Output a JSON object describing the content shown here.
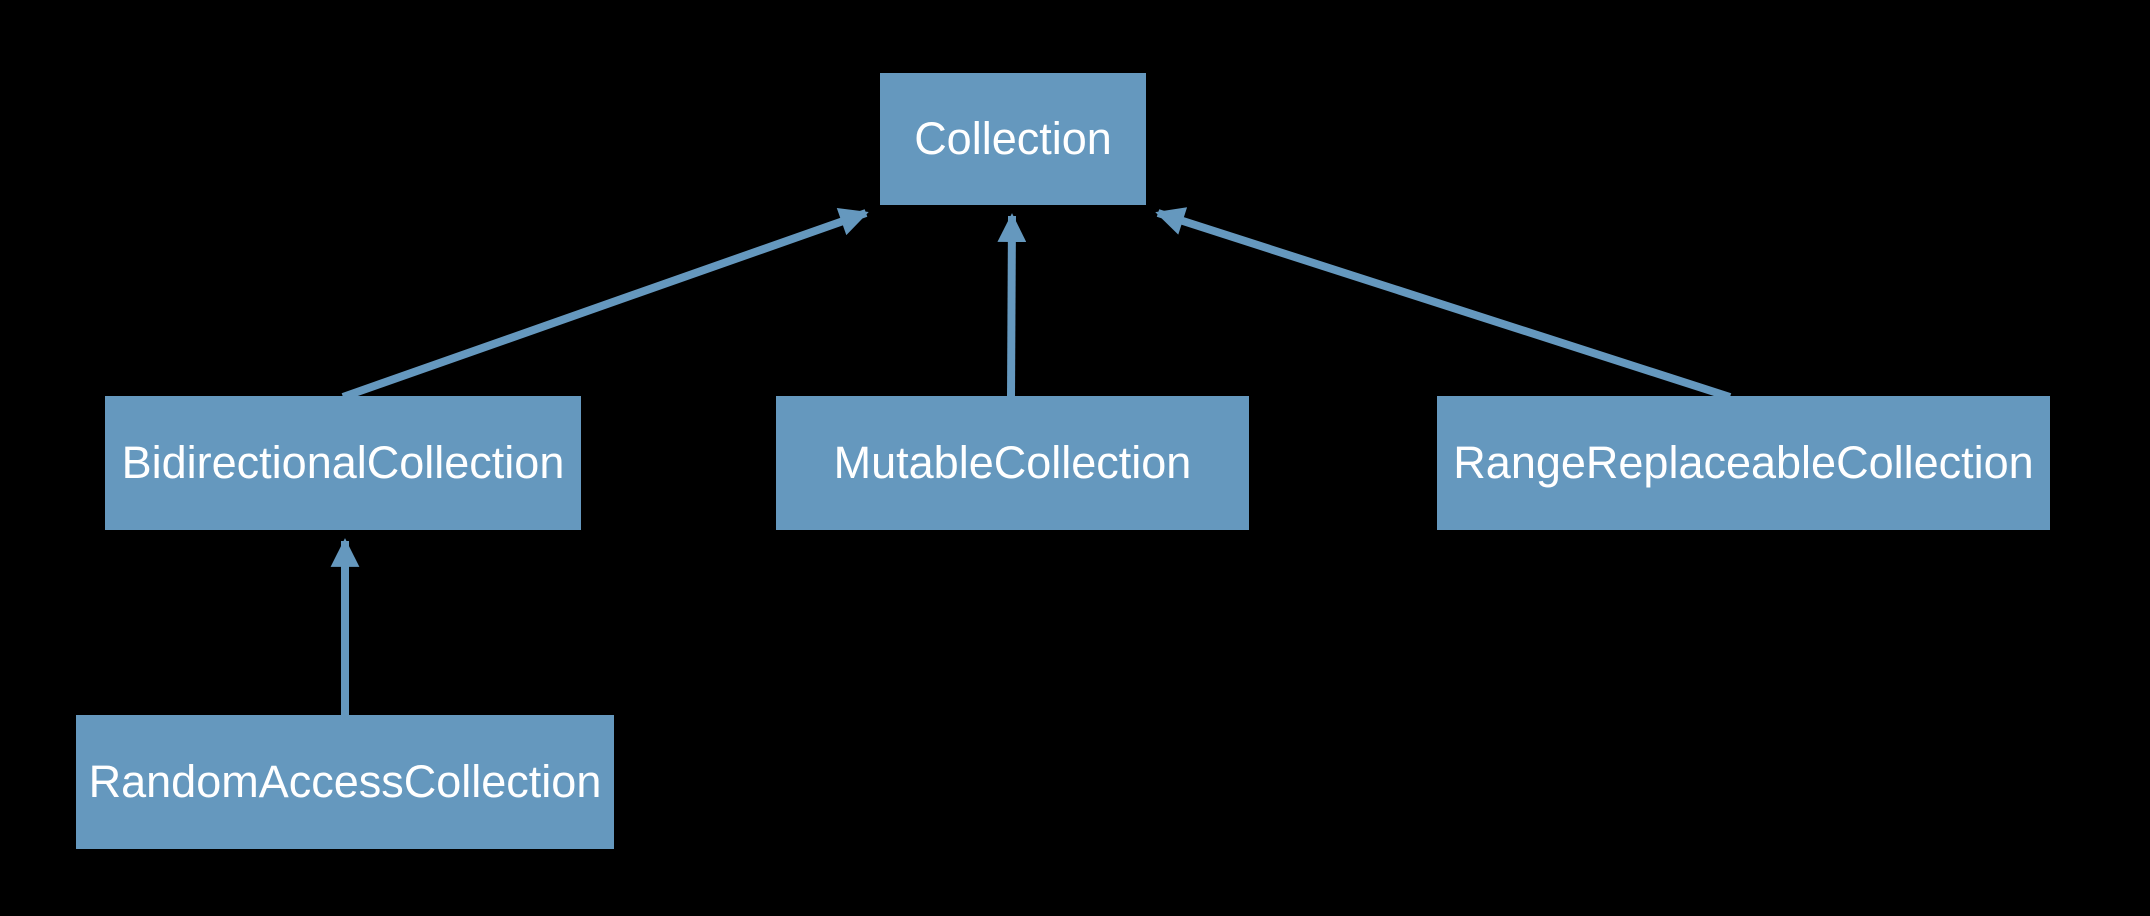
{
  "diagram": {
    "type": "protocol-hierarchy",
    "background_color": "#000000",
    "node_fill_color": "#6598BE",
    "arrow_color": "#6598BE",
    "text_color": "#FFFFFF",
    "nodes": [
      {
        "id": "collection",
        "label": "Collection"
      },
      {
        "id": "bidirectional-collection",
        "label": "BidirectionalCollection"
      },
      {
        "id": "mutable-collection",
        "label": "MutableCollection"
      },
      {
        "id": "range-replaceable-collection",
        "label": "RangeReplaceableCollection"
      },
      {
        "id": "random-access-collection",
        "label": "RandomAccessCollection"
      }
    ],
    "edges": [
      {
        "from": "bidirectional-collection",
        "to": "collection"
      },
      {
        "from": "mutable-collection",
        "to": "collection"
      },
      {
        "from": "range-replaceable-collection",
        "to": "collection"
      },
      {
        "from": "random-access-collection",
        "to": "bidirectional-collection"
      }
    ]
  }
}
